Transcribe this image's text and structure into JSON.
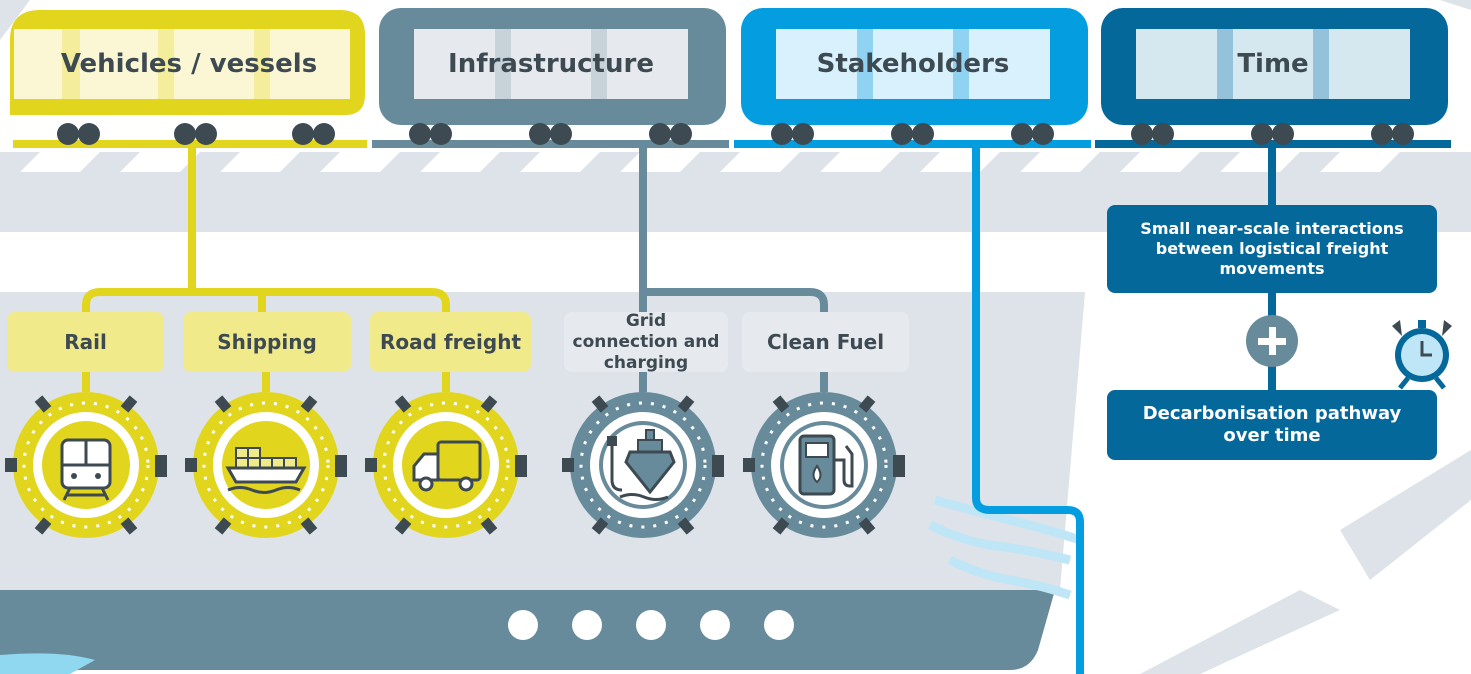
{
  "wagons": {
    "vehicles": "Vehicles / vessels",
    "infrastructure": "Infrastructure",
    "stakeholders": "Stakeholders",
    "time": "Time"
  },
  "categories": {
    "rail": "Rail",
    "shipping": "Shipping",
    "road_freight": "Road freight",
    "grid": "Grid connection and charging",
    "clean_fuel": "Clean Fuel"
  },
  "time_panel": {
    "interactions": "Small near-scale interactions between logistical freight movements",
    "pathway": "Decarbonisation pathway over time"
  },
  "icons": [
    "train-icon",
    "cargo-ship-icon",
    "truck-icon",
    "ship-charging-icon",
    "fuel-pump-icon",
    "alarm-clock-icon",
    "plus-icon"
  ],
  "colors": {
    "yellow": "#e2d51d",
    "yellow_light": "#f1ea8a",
    "slate": "#678b9b",
    "slate_light": "#e6eaee",
    "blue": "#049de0",
    "navy": "#05689b",
    "background_band": "#dde3e8"
  }
}
